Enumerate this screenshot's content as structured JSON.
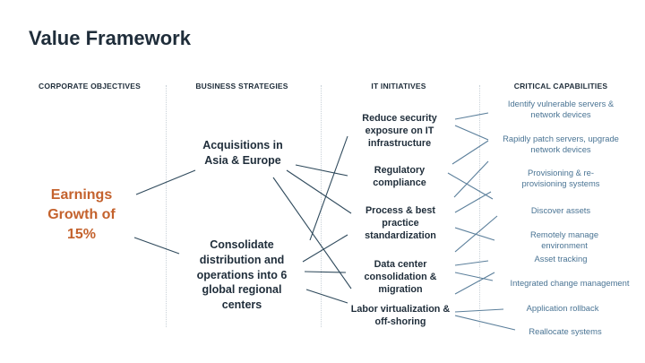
{
  "title": "Value Framework",
  "columns": {
    "objectives": "CORPORATE OBJECTIVES",
    "strategies": "BUSINESS STRATEGIES",
    "initiatives": "IT INITIATIVES",
    "capabilities": "CRITICAL CAPABILITIES"
  },
  "objective": "Earnings Growth of 15%",
  "strategies": [
    "Acquisitions in Asia & Europe",
    "Consolidate distribution and operations into 6 global regional centers"
  ],
  "initiatives": [
    "Reduce security exposure on IT infrastructure",
    "Regulatory compliance",
    "Process & best practice standardization",
    "Data center consolidation & migration",
    "Labor virtualization & off-shoring"
  ],
  "capabilities": [
    "Identify vulnerable servers & network devices",
    "Rapidly patch servers, upgrade network devices",
    "Provisioning & re-provisioning systems",
    "Discover assets",
    "Remotely manage environment",
    "Asset tracking",
    "Integrated change management",
    "Application rollback",
    "Reallocate systems"
  ],
  "colors": {
    "heading": "#1f2d3a",
    "objective": "#c4622d",
    "capability": "#4a7494",
    "strategy_link": "#2f4a5c",
    "capability_link": "#5b7f9b"
  }
}
